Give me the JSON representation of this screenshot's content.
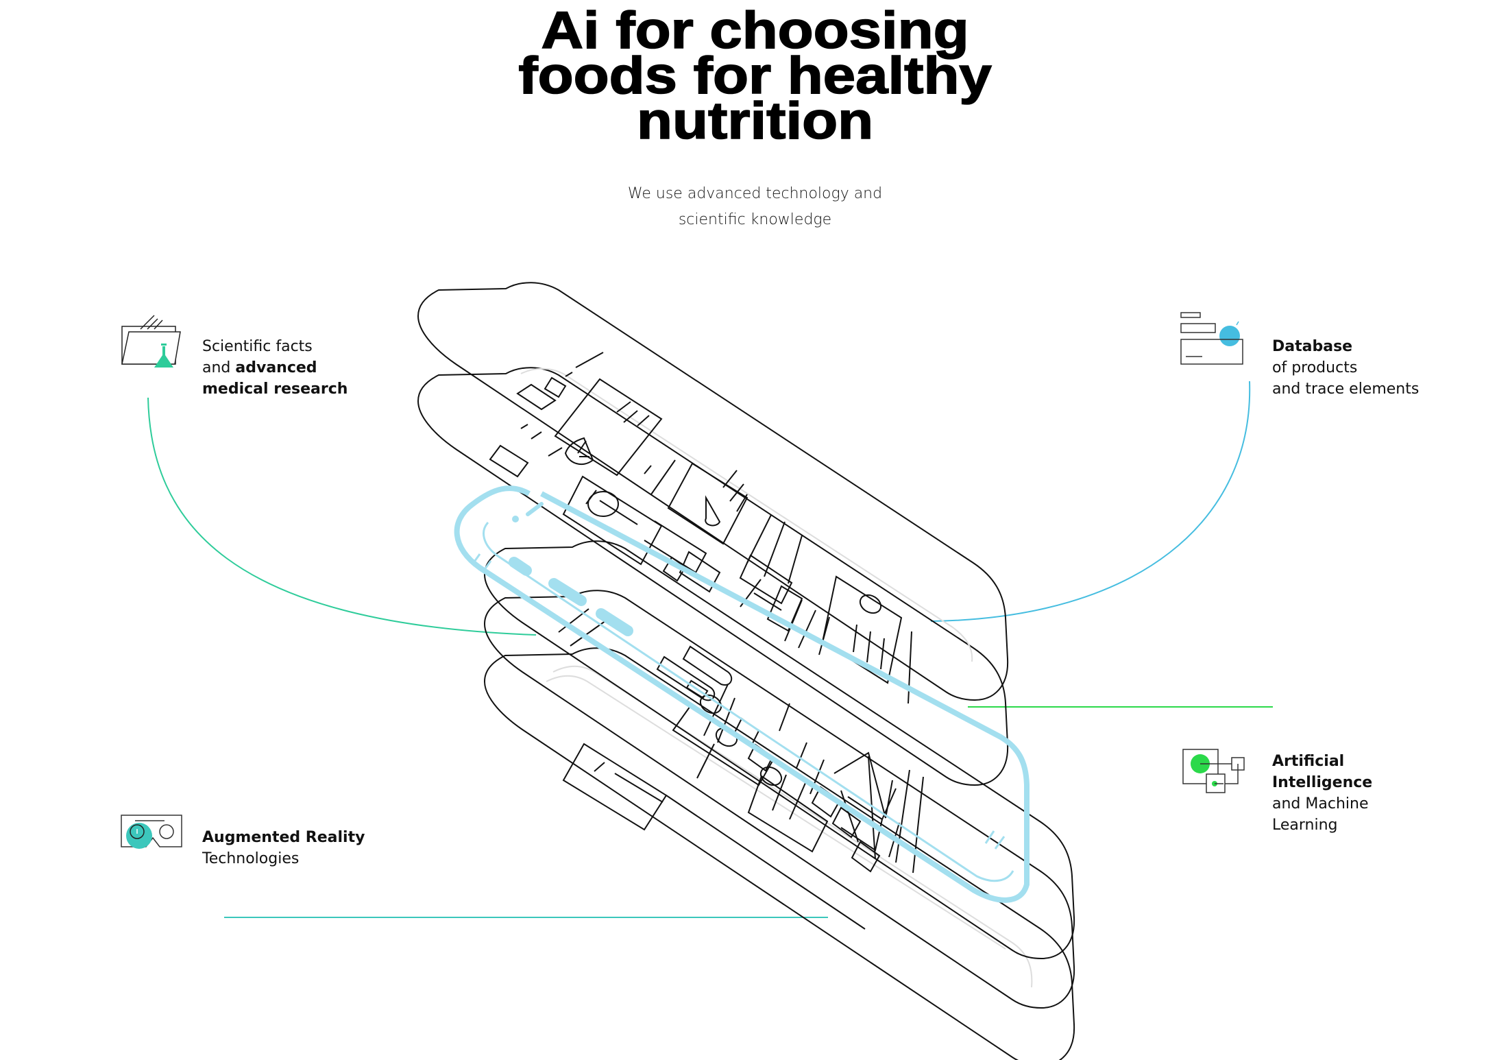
{
  "header": {
    "title_lines": [
      "Ai for choosing",
      "foods for healthy",
      "nutrition"
    ],
    "subtitle_lines": [
      "We use advanced technology and",
      "scientific knowledge"
    ]
  },
  "features": {
    "science": {
      "icon": "folder-flask-icon",
      "line1": "Scientific facts",
      "line2_regular": "and ",
      "line2_bold": "advanced",
      "line3_bold": "medical research",
      "accent": "#2ECC9A"
    },
    "database": {
      "icon": "database-icon",
      "line1_bold": "Database",
      "line2": "of products",
      "line3": "and trace elements",
      "accent": "#45BDE0"
    },
    "ai": {
      "icon": "ai-network-icon",
      "line1_bold": "Artificial",
      "line2_bold": "Intelligence",
      "line3": "and Machine",
      "line4": "Learning",
      "accent": "#2BD94A"
    },
    "ar": {
      "icon": "vr-headset-icon",
      "line1_bold": "Augmented Reality",
      "line2": "Technologies",
      "accent": "#3CC7BC"
    }
  },
  "colors": {
    "phone_outline": "#A3DFEF",
    "slab_outline": "#111111",
    "faint_outline": "#DDDDDD"
  }
}
